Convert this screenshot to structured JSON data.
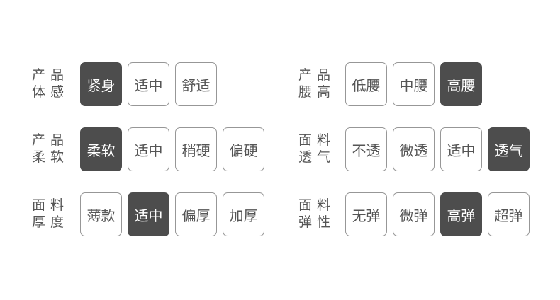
{
  "colors": {
    "background": "#ffffff",
    "selected_bg": "#4d4d4d",
    "selected_text": "#ffffff",
    "option_border": "#979797",
    "text": "#555555"
  },
  "groups": [
    {
      "rows": [
        {
          "label_line1": "产品",
          "label_line2": "体感",
          "options": [
            {
              "label": "紧身",
              "selected": true
            },
            {
              "label": "适中",
              "selected": false
            },
            {
              "label": "舒适",
              "selected": false
            }
          ]
        },
        {
          "label_line1": "产品",
          "label_line2": "柔软",
          "options": [
            {
              "label": "柔软",
              "selected": true
            },
            {
              "label": "适中",
              "selected": false
            },
            {
              "label": "稍硬",
              "selected": false
            },
            {
              "label": "偏硬",
              "selected": false
            }
          ]
        },
        {
          "label_line1": "面料",
          "label_line2": "厚度",
          "options": [
            {
              "label": "薄款",
              "selected": false
            },
            {
              "label": "适中",
              "selected": true
            },
            {
              "label": "偏厚",
              "selected": false
            },
            {
              "label": "加厚",
              "selected": false
            }
          ]
        }
      ]
    },
    {
      "rows": [
        {
          "label_line1": "产品",
          "label_line2": "腰高",
          "options": [
            {
              "label": "低腰",
              "selected": false
            },
            {
              "label": "中腰",
              "selected": false
            },
            {
              "label": "高腰",
              "selected": true
            }
          ]
        },
        {
          "label_line1": "面料",
          "label_line2": "透气",
          "options": [
            {
              "label": "不透",
              "selected": false
            },
            {
              "label": "微透",
              "selected": false
            },
            {
              "label": "适中",
              "selected": false
            },
            {
              "label": "透气",
              "selected": true
            }
          ]
        },
        {
          "label_line1": "面料",
          "label_line2": "弹性",
          "options": [
            {
              "label": "无弹",
              "selected": false
            },
            {
              "label": "微弹",
              "selected": false
            },
            {
              "label": "高弹",
              "selected": true
            },
            {
              "label": "超弹",
              "selected": false
            }
          ]
        }
      ]
    }
  ]
}
